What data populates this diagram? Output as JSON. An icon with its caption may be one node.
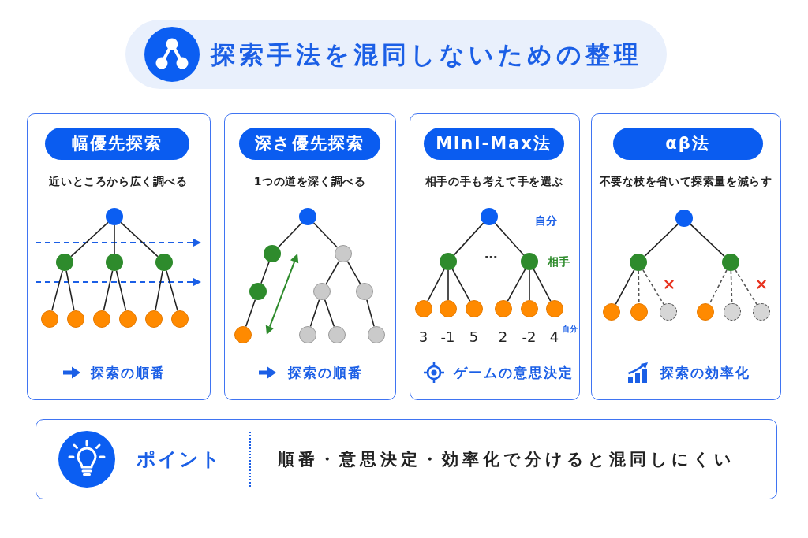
{
  "diagram": {
    "title": "探索手法を混同しないための整理",
    "nodes": [
      {
        "text": [
          "近いところから広く調べる",
          "探索の順番"
        ]
      },
      {
        "text": [
          "幅優先探索"
        ],
        "in": 0
      },
      {
        "text": [],
        "shape": "circle",
        "in": 0
      },
      {
        "text": [],
        "shape": "circle",
        "in": 0
      },
      {
        "text": [],
        "shape": "circle",
        "in": 0
      },
      {
        "text": [],
        "shape": "circle",
        "in": 0
      },
      {
        "text": [],
        "shape": "circle",
        "in": 0
      },
      {
        "text": [],
        "shape": "circle",
        "in": 0
      },
      {
        "text": [],
        "shape": "circle",
        "in": 0
      },
      {
        "text": [],
        "shape": "circle",
        "in": 0
      },
      {
        "text": [],
        "shape": "circle",
        "in": 0
      },
      {
        "text": [],
        "shape": "circle",
        "in": 0
      },
      {
        "text": [
          "1つの道を深く調べる",
          "探索の順番"
        ]
      },
      {
        "text": [
          "深さ優先探索"
        ],
        "in": 12
      },
      {
        "text": [],
        "shape": "circle",
        "in": 12
      },
      {
        "text": [],
        "shape": "circle",
        "in": 12
      },
      {
        "text": [],
        "shape": "circle",
        "in": 12
      },
      {
        "text": [],
        "shape": "circle",
        "in": 12
      },
      {
        "text": [],
        "shape": "circle",
        "in": 12
      },
      {
        "text": [],
        "shape": "circle",
        "in": 12
      },
      {
        "text": [],
        "shape": "circle",
        "in": 12
      },
      {
        "text": [],
        "shape": "circle",
        "in": 12
      },
      {
        "text": [],
        "shape": "circle",
        "in": 12
      },
      {
        "text": [],
        "shape": "circle",
        "in": 12
      },
      {
        "text": [
          "相手の手も考えて手を選ぶ",
          "ゲームの意思決定"
        ]
      },
      {
        "text": [
          "Mini-Max法"
        ],
        "in": 24
      },
      {
        "text": [],
        "shape": "circle",
        "in": 24
      },
      {
        "text": [],
        "shape": "circle",
        "in": 24
      },
      {
        "text": [],
        "shape": "circle",
        "in": 24
      },
      {
        "text": [],
        "shape": "circle",
        "in": 24,
        "beside": [
          "3"
        ]
      },
      {
        "text": [],
        "shape": "circle",
        "in": 24,
        "beside": [
          "-1"
        ]
      },
      {
        "text": [],
        "shape": "circle",
        "in": 24,
        "beside": [
          "5"
        ]
      },
      {
        "text": [],
        "shape": "circle",
        "in": 24,
        "beside": [
          "2"
        ]
      },
      {
        "text": [],
        "shape": "circle",
        "in": 24,
        "beside": [
          "-2"
        ]
      },
      {
        "text": [],
        "shape": "circle",
        "in": 24,
        "beside": [
          "4"
        ]
      },
      {
        "text": [
          "不要な枝を省いて探索量を減らす",
          "探索の効率化"
        ]
      },
      {
        "text": [
          "αβ法"
        ],
        "in": 35
      },
      {
        "text": [],
        "shape": "circle",
        "in": 35
      },
      {
        "text": [],
        "shape": "circle",
        "in": 35
      },
      {
        "text": [],
        "shape": "circle",
        "in": 35
      },
      {
        "text": [],
        "shape": "circle",
        "in": 35
      },
      {
        "text": [],
        "shape": "circle",
        "in": 35
      },
      {
        "text": [],
        "shape": "circle",
        "in": 35
      },
      {
        "text": [],
        "shape": "circle",
        "in": 35
      },
      {
        "text": [],
        "shape": "circle",
        "in": 35
      },
      {
        "text": [],
        "shape": "circle",
        "in": 35
      },
      {
        "text": [
          "ポイント",
          "順番・意思決定・効率化で分けると混同しにくい"
        ]
      }
    ],
    "edges": [
      {
        "from": 2,
        "to": 3,
        "arrow": "none"
      },
      {
        "from": 2,
        "to": 4,
        "arrow": "none"
      },
      {
        "from": 2,
        "to": 5,
        "arrow": "none"
      },
      {
        "from": 3,
        "to": 6,
        "arrow": "none"
      },
      {
        "from": 3,
        "to": 7,
        "arrow": "none"
      },
      {
        "from": 4,
        "to": 8,
        "arrow": "none"
      },
      {
        "from": 4,
        "to": 9,
        "arrow": "none"
      },
      {
        "from": 5,
        "to": 10,
        "arrow": "none"
      },
      {
        "from": 5,
        "to": 11,
        "arrow": "none"
      },
      {
        "from": 14,
        "to": 15,
        "arrow": "none"
      },
      {
        "from": 14,
        "to": 16,
        "arrow": "none"
      },
      {
        "from": 15,
        "to": 17,
        "arrow": "none"
      },
      {
        "from": 16,
        "to": 18,
        "arrow": "none"
      },
      {
        "from": 16,
        "to": 19,
        "arrow": "none"
      },
      {
        "from": 17,
        "to": 20,
        "arrow": "none"
      },
      {
        "from": 18,
        "to": 21,
        "arrow": "none"
      },
      {
        "from": 18,
        "to": 22,
        "arrow": "none"
      },
      {
        "from": 19,
        "to": 23,
        "arrow": "none"
      },
      {
        "from": 26,
        "to": 27,
        "arrow": "none"
      },
      {
        "from": 26,
        "to": 28,
        "arrow": "none"
      },
      {
        "from": 27,
        "to": 29,
        "arrow": "none"
      },
      {
        "from": 27,
        "to": 30,
        "arrow": "none"
      },
      {
        "from": 27,
        "to": 31,
        "arrow": "none"
      },
      {
        "from": 28,
        "to": 32,
        "arrow": "none"
      },
      {
        "from": 28,
        "to": 33,
        "arrow": "none"
      },
      {
        "from": 28,
        "to": 34,
        "arrow": "none"
      },
      {
        "from": 37,
        "to": 38,
        "arrow": "none"
      },
      {
        "from": 37,
        "to": 39,
        "arrow": "none"
      },
      {
        "from": 38,
        "to": 40,
        "arrow": "none"
      },
      {
        "from": 38,
        "to": 41,
        "arrow": "none",
        "style": "dashed"
      },
      {
        "from": 38,
        "to": 42,
        "arrow": "none",
        "style": "dashed"
      },
      {
        "from": 39,
        "to": 43,
        "arrow": "none",
        "style": "dashed"
      },
      {
        "from": 39,
        "to": 44,
        "arrow": "none",
        "style": "dashed"
      },
      {
        "from": 39,
        "to": 45,
        "arrow": "none",
        "style": "dashed"
      }
    ],
    "labels": [
      "自分",
      "⋯",
      "相手",
      "自分"
    ]
  }
}
